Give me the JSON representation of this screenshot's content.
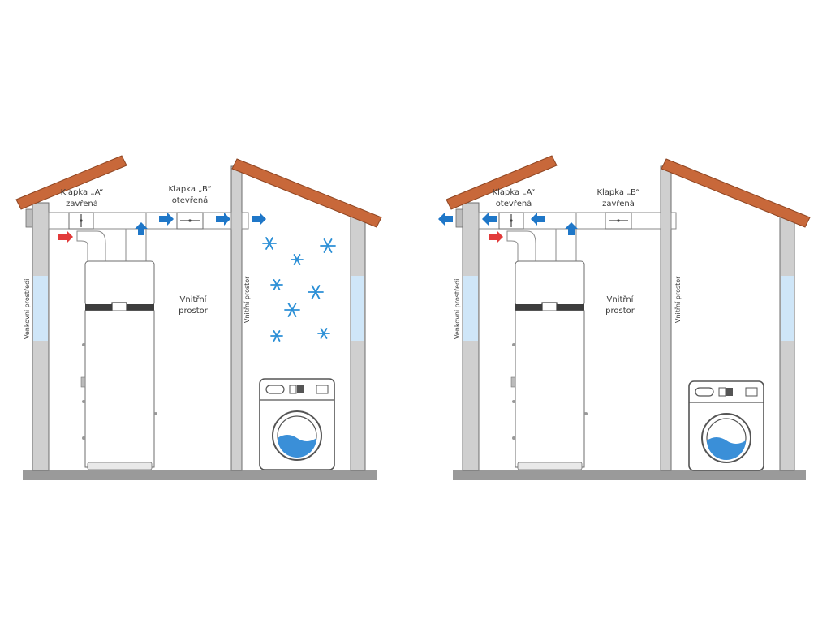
{
  "colors": {
    "roof": "#c8683a",
    "roof_edge": "#8e4522",
    "wall": "#cfcfcf",
    "wall_edge": "#6d6d6d",
    "floor": "#9a9a9a",
    "duct": "#ffffff",
    "duct_edge": "#8a8a8a",
    "window": "#cfe6f8",
    "arrow_blue": "#1f77c8",
    "arrow_red": "#e23a3a",
    "snow": "#2b8fd6",
    "water": "#3a8fd8",
    "text": "#3a3a3a"
  },
  "scenes": [
    {
      "flap_a": {
        "name": "Klapka „A“",
        "state": "zavřená"
      },
      "flap_b": {
        "name": "Klapka „B“",
        "state": "otevřená"
      },
      "outdoor_label": "Venkovní prostředí",
      "indoor_label": "Vnitřní prostor",
      "room_label": "Vnitřní prostor",
      "airflow": "indoor",
      "show_snow": true
    },
    {
      "flap_a": {
        "name": "Klapka „A“",
        "state": "otevřená"
      },
      "flap_b": {
        "name": "Klapka „B“",
        "state": "zavřená"
      },
      "outdoor_label": "Venkovní prostředí",
      "indoor_label": "Vnitřní prostor",
      "room_label": "Vnitřní prostor",
      "airflow": "outdoor",
      "show_snow": false
    }
  ],
  "icons": [
    "roof-tiles",
    "heat-pump-water-heater",
    "air-duct",
    "flap-damper",
    "airflow-arrow",
    "snowflake-icon",
    "washing-machine-icon",
    "window"
  ]
}
